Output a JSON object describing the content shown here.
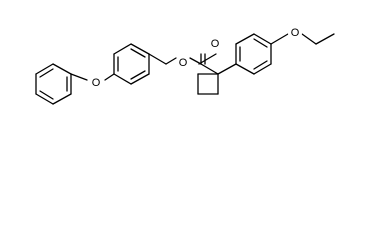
{
  "molecule": {
    "atoms": {
      "ether_o_left": "O",
      "ester_o_single": "O",
      "carbonyl_o": "O",
      "ethoxy_o": "O"
    }
  },
  "colors": {
    "bond": "#000000",
    "label": "#000000",
    "background": "#ffffff"
  }
}
